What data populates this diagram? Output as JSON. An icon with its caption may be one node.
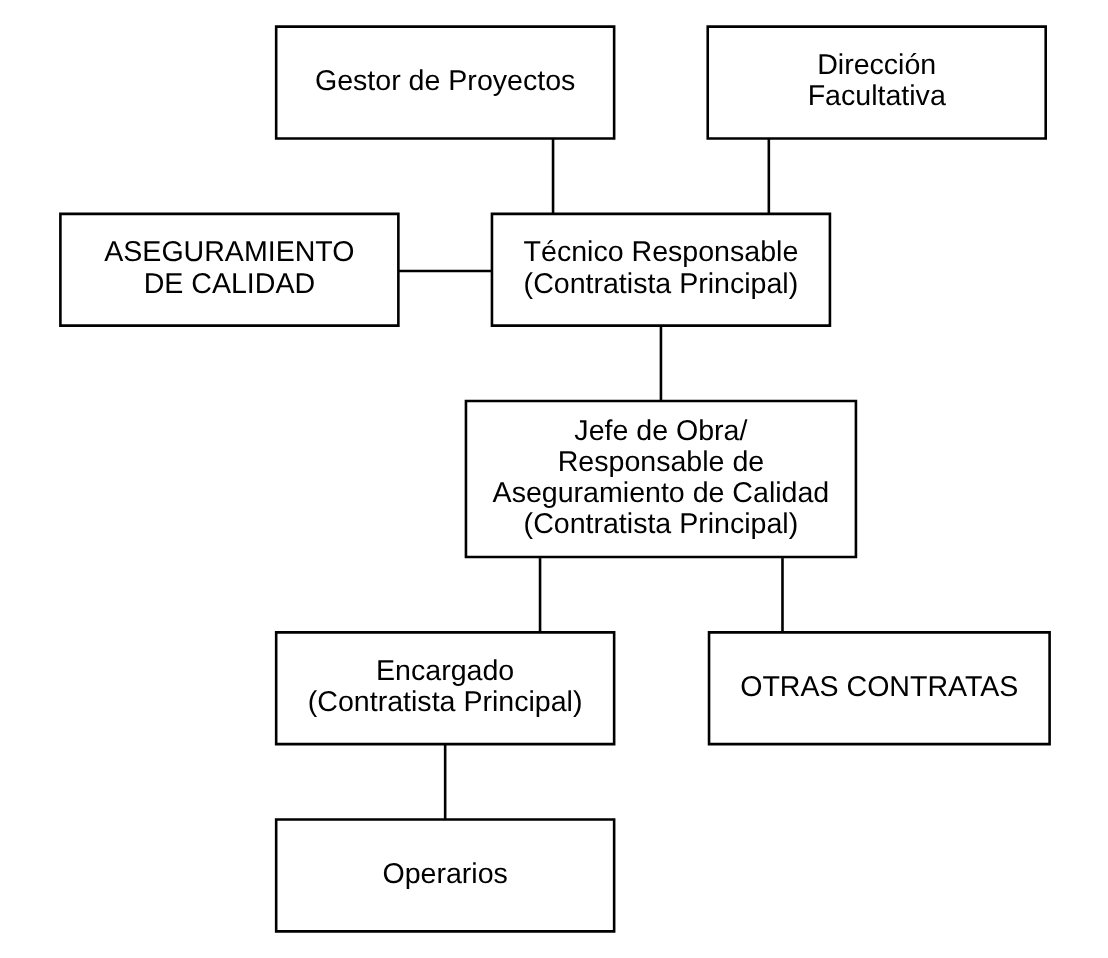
{
  "diagram": {
    "nodes": [
      {
        "text": [
          "Gestor de Proyectos"
        ]
      },
      {
        "text": [
          "Dirección Facultativa"
        ]
      },
      {
        "text": [
          "ASEGURAMIENTO DE CALIDAD"
        ]
      },
      {
        "text": [
          "Técnico Responsable (Contratista Principal)"
        ]
      },
      {
        "text": [
          "Jefe de Obra/ Responsable de Aseguramiento de Calidad (Contratista Principal)"
        ]
      },
      {
        "text": [
          "Encargado (Contratista Principal)"
        ]
      },
      {
        "text": [
          "OTRAS CONTRATAS"
        ]
      },
      {
        "text": [
          "Operarios"
        ]
      }
    ],
    "edges": [
      {
        "from": 0,
        "to": 3,
        "arrow": "none"
      },
      {
        "from": 1,
        "to": 3,
        "arrow": "none"
      },
      {
        "from": 2,
        "to": 3,
        "arrow": "none"
      },
      {
        "from": 3,
        "to": 4,
        "arrow": "none"
      },
      {
        "from": 4,
        "to": 5,
        "arrow": "none"
      },
      {
        "from": 4,
        "to": 6,
        "arrow": "none"
      },
      {
        "from": 5,
        "to": 7,
        "arrow": "none"
      }
    ]
  }
}
